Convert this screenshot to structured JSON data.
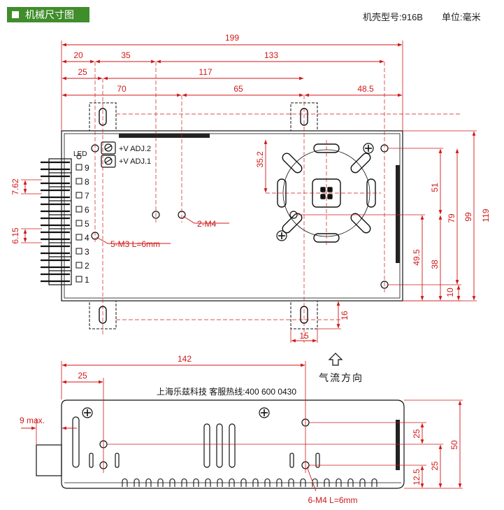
{
  "header": {
    "title": "机械尺寸图",
    "model": "机壳型号:916B",
    "unit": "单位:毫米"
  },
  "top_view": {
    "dims_h": [
      "199",
      "20",
      "35",
      "133",
      "25",
      "117",
      "70",
      "65",
      "48.5",
      "15"
    ],
    "dims_v": [
      "35.2",
      "51",
      "79",
      "99",
      "119",
      "49.5",
      "38",
      "10",
      "16",
      "7.62",
      "6.15"
    ],
    "led_label": "LED",
    "terminals": [
      "9",
      "8",
      "7",
      "6",
      "5",
      "4",
      "3",
      "2",
      "1"
    ],
    "adj": [
      "+V ADJ.2",
      "+V ADJ.1"
    ],
    "callouts": [
      "2-M4",
      "5-M3 L=6mm"
    ],
    "airflow": "气流方向"
  },
  "side_view": {
    "dims_h": [
      "142",
      "25",
      "9 max."
    ],
    "dims_v": [
      "25",
      "50",
      "25",
      "12.5"
    ],
    "label": "上海乐兹科技 客服热线:400 600 0430",
    "callout": "6-M4 L=6mm"
  },
  "colors": {
    "header": "#3f8d2b",
    "dimension": "#d01818",
    "outline": "#111111"
  }
}
